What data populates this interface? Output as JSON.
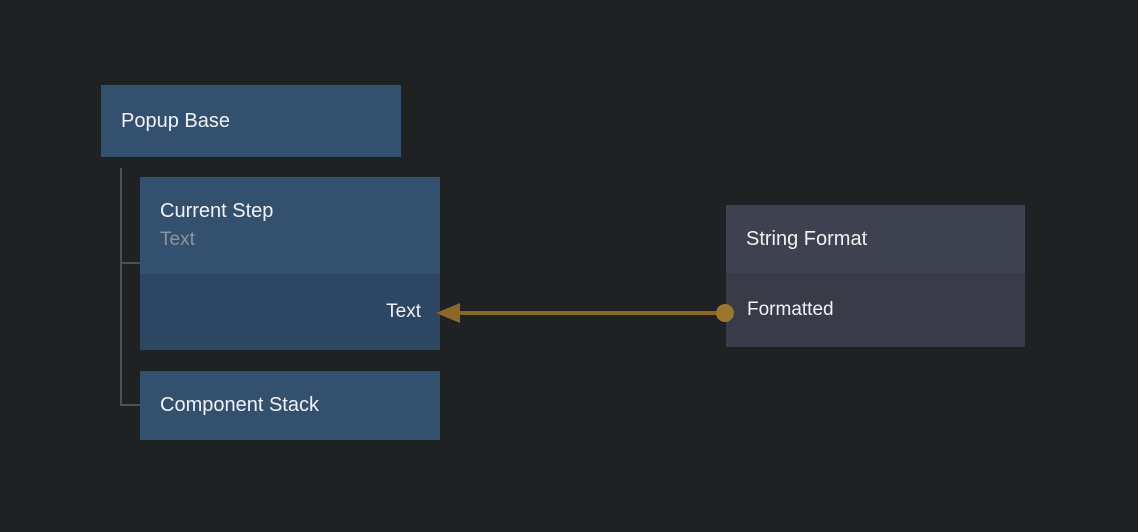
{
  "canvas": {
    "background_color": "#202123",
    "tree_line_color": "#4e5053"
  },
  "colors": {
    "blue_node_header": "#33506e",
    "blue_node_body": "#2d4663",
    "grey_node_header": "#3e414f",
    "grey_node_body": "#393c48",
    "title_text": "#f1f2f4",
    "subtitle_text": "#8c94a2"
  },
  "nodes": {
    "popup_base": {
      "title": "Popup Base"
    },
    "current_step": {
      "title": "Current Step",
      "subtitle": "Text",
      "inputs": [
        {
          "label": "Text"
        }
      ]
    },
    "component_stack": {
      "title": "Component Stack"
    },
    "string_format": {
      "title": "String Format",
      "outputs": [
        {
          "label": "Formatted"
        }
      ]
    }
  },
  "connection": {
    "from_port": "Formatted",
    "to_port": "Text",
    "line_color": "#8a6826",
    "dot_color": "#9c752e"
  }
}
